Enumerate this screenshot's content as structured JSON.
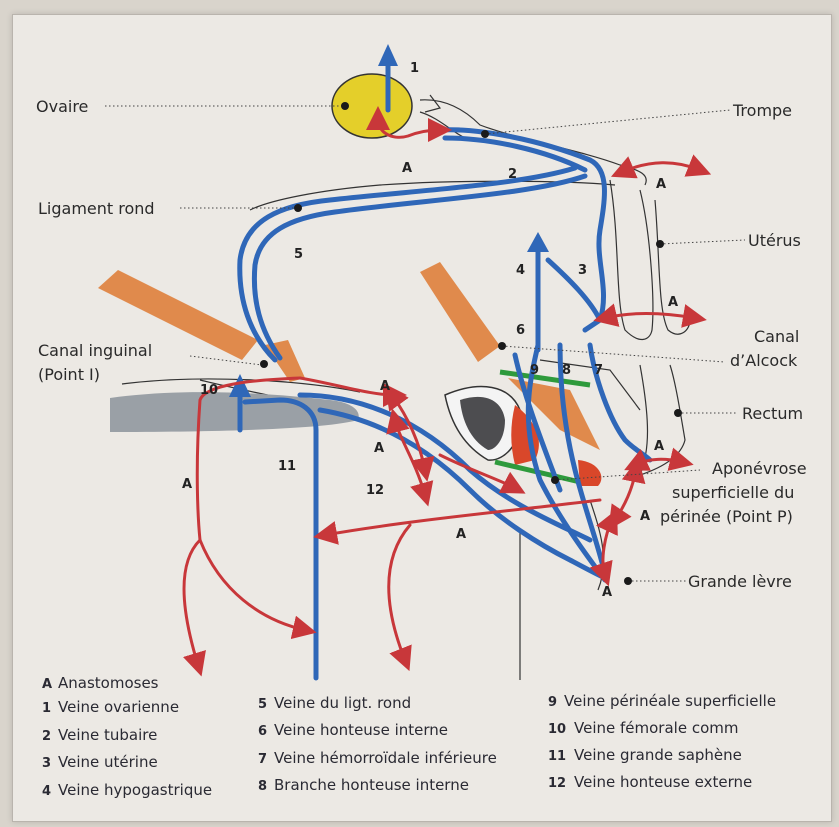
{
  "labels": {
    "ovaire": "Ovaire",
    "trompe": "Trompe",
    "ligament_rond": "Ligament rond",
    "uterus": "Utérus",
    "canal_inguinal_1": "Canal inguinal",
    "canal_inguinal_2": "(Point I)",
    "canal_alcock_1": "Canal",
    "canal_alcock_2": "d’Alcock",
    "rectum": "Rectum",
    "aponevrose_1": "Aponévrose",
    "aponevrose_2": "superficielle du",
    "aponevrose_3": "périnée (Point P)",
    "grande_levre": "Grande lèvre"
  },
  "numbers": {
    "n1": "1",
    "n2": "2",
    "n3": "3",
    "n4": "4",
    "n5": "5",
    "n6": "6",
    "n7": "7",
    "n8": "8",
    "n9": "9",
    "n10": "10",
    "n11": "11",
    "n12": "12",
    "a": "A"
  },
  "legend": [
    {
      "key": "A",
      "text": "Anastomoses"
    },
    {
      "key": "1",
      "text": "Veine ovarienne"
    },
    {
      "key": "2",
      "text": "Veine tubaire"
    },
    {
      "key": "3",
      "text": "Veine utérine"
    },
    {
      "key": "4",
      "text": "Veine hypogastrique"
    },
    {
      "key": "5",
      "text": "Veine du ligt. rond"
    },
    {
      "key": "6",
      "text": "Veine honteuse interne"
    },
    {
      "key": "7",
      "text": "Veine hémorroïdale inférieure"
    },
    {
      "key": "8",
      "text": "Branche honteuse interne"
    },
    {
      "key": "9",
      "text": "Veine périnéale superficielle"
    },
    {
      "key": "10",
      "text": "Veine fémorale comm"
    },
    {
      "key": "11",
      "text": "Veine grande saphène"
    },
    {
      "key": "12",
      "text": "Veine honteuse externe"
    }
  ],
  "colors": {
    "vein": "#2f67b8",
    "anastomosis": "#c8373a",
    "ovary": "#e4cf2a",
    "muscle": "#e08a4c",
    "gland": "#d9472a",
    "ligament": "#2e9a3c",
    "bone": "#9aa0a6"
  }
}
